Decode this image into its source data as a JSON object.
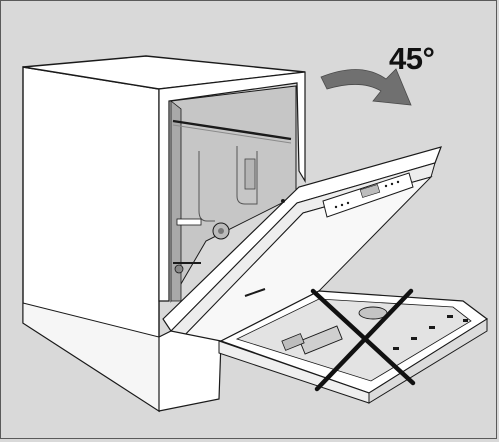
{
  "figure": {
    "angle_label": "45°",
    "colors": {
      "background": "#d9d9d9",
      "outline": "#1a1a1a",
      "cabinet_white": "#ffffff",
      "interior_gray": "#c8c8c8",
      "arrow_gray": "#6f6f6f",
      "cross": "#111111"
    },
    "subjects": [
      "dishwasher-cabinet",
      "door-opened-to-45-degrees",
      "rotation-arrow",
      "rack-with-cross"
    ]
  }
}
